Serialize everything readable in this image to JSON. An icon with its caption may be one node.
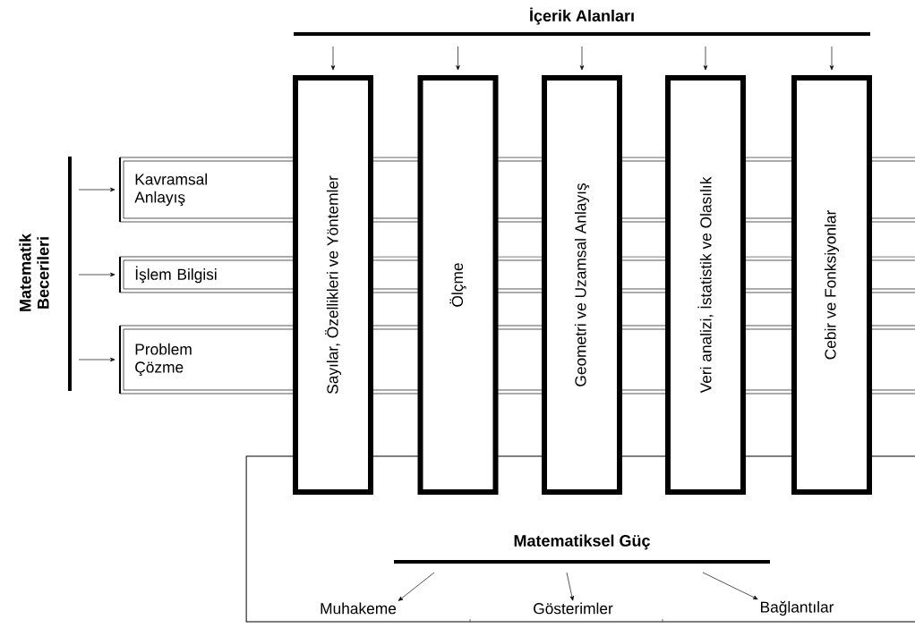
{
  "diagram": {
    "nodes": [
      {
        "text": [
          "Sayılar, Özellikleri ve Yöntemler"
        ]
      },
      {
        "text": [
          "Ölçme"
        ]
      },
      {
        "text": [
          "Geometri ve Uzamsal Anlayış"
        ]
      },
      {
        "text": [
          "Veri analizi, İstatistik ve Olasılık"
        ]
      },
      {
        "text": [
          "Cebir ve Fonksiyonlar"
        ]
      },
      {
        "text": [
          "Kavramsal Anlayış"
        ]
      },
      {
        "text": [
          "İşlem Bilgisi"
        ]
      },
      {
        "text": [
          "Problem Çözme"
        ]
      },
      {
        "text": [
          "Muhakeme"
        ]
      },
      {
        "text": [
          "Gösterimler"
        ]
      },
      {
        "text": [
          "Bağlantılar"
        ]
      }
    ],
    "edges": [
      {
        "from": null,
        "to": 0,
        "arrow": "to"
      },
      {
        "from": null,
        "to": 1,
        "arrow": "to"
      },
      {
        "from": null,
        "to": 2,
        "arrow": "to"
      },
      {
        "from": null,
        "to": 3,
        "arrow": "to"
      },
      {
        "from": null,
        "to": 4,
        "arrow": "to"
      },
      {
        "from": null,
        "to": 5,
        "arrow": "to"
      },
      {
        "from": null,
        "to": 6,
        "arrow": "to"
      },
      {
        "from": null,
        "to": 7,
        "arrow": "to"
      },
      {
        "from": null,
        "to": 8,
        "arrow": "to"
      },
      {
        "from": null,
        "to": 9,
        "arrow": "to"
      },
      {
        "from": null,
        "to": 10,
        "arrow": "to"
      }
    ],
    "labels": [
      "İçerik Alanları",
      "Matematik Becerileri",
      "Matematiksel Güç"
    ]
  }
}
